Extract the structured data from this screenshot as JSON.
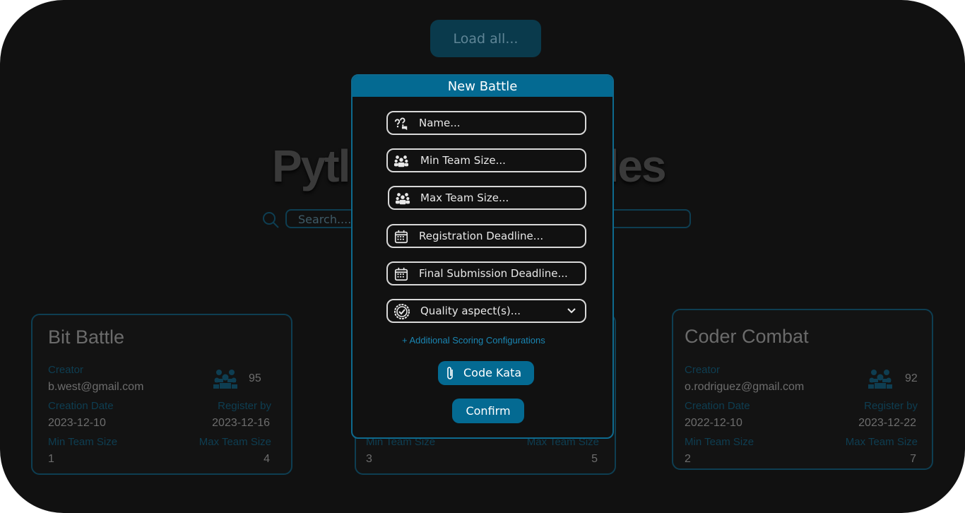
{
  "background": {
    "load_all_label": "Load all...",
    "title_left": "Pytl",
    "title_right": "ttles",
    "search_placeholder": "Search....",
    "cards": [
      {
        "title": "Bit Battle",
        "creator_label": "Creator",
        "creator": "b.west@gmail.com",
        "count": "95",
        "creation_date_label": "Creation Date",
        "creation_date": "2023-12-10",
        "register_by_label": "Register  by",
        "register_by": "2023-12-16",
        "min_team_label": "Min Team Size",
        "min_team": "1",
        "max_team_label": "Max Team Size",
        "max_team": "4"
      },
      {
        "min_team_label": "Min Team Size",
        "min_team": "3",
        "max_team_label": "Max Team Size",
        "max_team": "5"
      },
      {
        "title": "Coder Combat",
        "creator_label": "Creator",
        "creator": "o.rodriguez@gmail.com",
        "count": "92",
        "creation_date_label": "Creation Date",
        "creation_date": "2022-12-10",
        "register_by_label": "Register  by",
        "register_by": "2023-12-22",
        "min_team_label": "Min Team Size",
        "min_team": "2",
        "max_team_label": "Max Team Size",
        "max_team": "7"
      }
    ]
  },
  "modal": {
    "title": "New Battle",
    "fields": {
      "name": "Name...",
      "min_team": "Min Team Size...",
      "max_team": "Max Team Size...",
      "registration": "Registration Deadline...",
      "final_submission": "Final Submission Deadline...",
      "quality": "Quality aspect(s)..."
    },
    "additional_config": "+ Additional Scoring Configurations",
    "code_kata": "Code Kata",
    "confirm": "Confirm"
  },
  "icons": {
    "name_field": "question-bubble-icon",
    "team_field": "team-icon",
    "date_field": "calendar-icon",
    "quality_field": "check-badge-icon",
    "dropdown": "chevron-down-icon",
    "attach": "paperclip-icon",
    "search": "search-icon"
  },
  "colors": {
    "accent": "#046a92",
    "dim_accent": "#0e3e52",
    "link": "#1a86b3"
  }
}
